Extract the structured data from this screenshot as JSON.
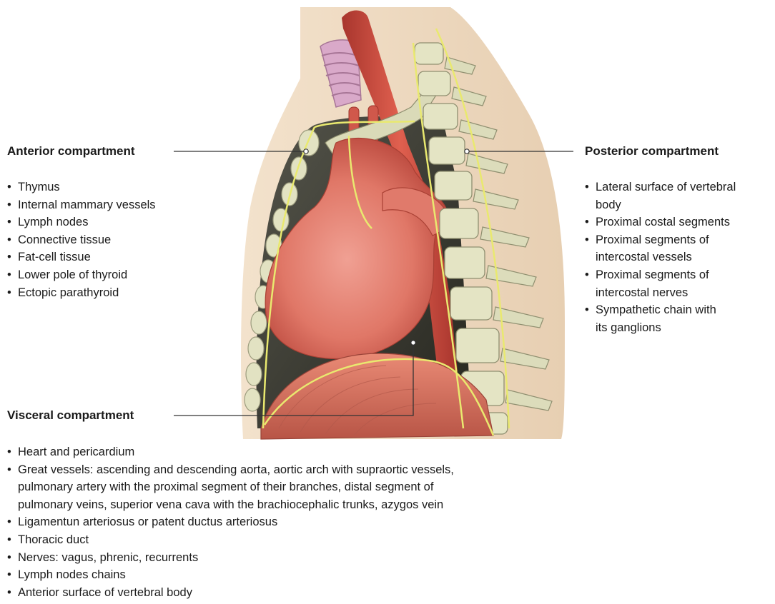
{
  "anterior": {
    "heading": "Anterior compartment",
    "items": [
      "Thymus",
      "Internal mammary vessels",
      "Lymph nodes",
      "Connective tissue",
      "Fat-cell tissue",
      "Lower pole of thyroid",
      "Ectopic parathyroid"
    ]
  },
  "posterior": {
    "heading": "Posterior compartment",
    "items": [
      [
        "Lateral surface of vertebral",
        "body"
      ],
      [
        "Proximal costal segments"
      ],
      [
        "Proximal segments of",
        "intercostal vessels"
      ],
      [
        "Proximal segments of",
        "intercostal nerves"
      ],
      [
        "Sympathetic chain with",
        "its ganglions"
      ]
    ]
  },
  "visceral": {
    "heading": "Visceral compartment",
    "items": [
      [
        "Heart and pericardium"
      ],
      [
        "Great vessels: ascending and descending aorta, aortic arch with supraortic vessels,",
        "pulmonary artery with the proximal segment of their branches, distal segment of",
        "pulmonary veins, superior vena cava with the brachiocephalic trunks, azygos vein"
      ],
      [
        "Ligamentun arteriosus or patent ductus arteriosus"
      ],
      [
        "Thoracic duct"
      ],
      [
        "Nerves: vagus, phrenic, recurrents"
      ],
      [
        "Lymph nodes chains"
      ],
      [
        "Anterior surface of vertebral body"
      ]
    ]
  },
  "colors": {
    "skin": "#efd9bf",
    "cavity": "#3a3a34",
    "heart": "#e0786a",
    "aorta": "#c64a3e",
    "trachea": "#d8a8c8",
    "bone": "#e6e6c8",
    "boundary": "#e8e872",
    "diaphragm": "#d87764"
  }
}
